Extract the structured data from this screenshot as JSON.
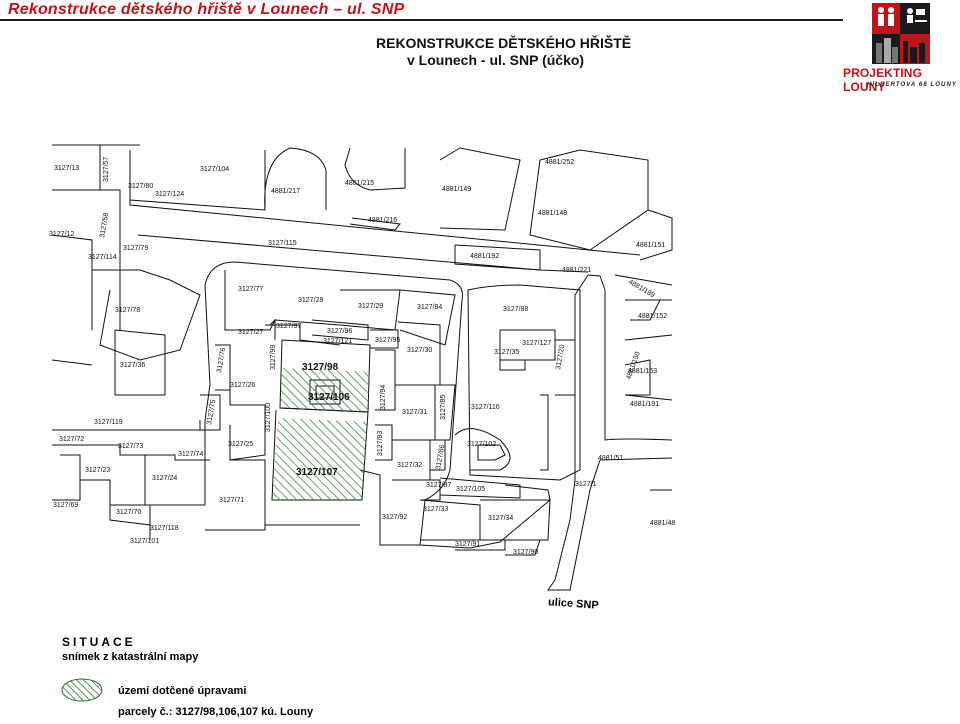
{
  "header": {
    "title": "Rekonstrukce dětského hřiště v Lounech – ul. SNP",
    "main_title_line1": "REKONSTRUKCE DĚTSKÉHO HŘIŠTĚ",
    "main_title_line2": "v Lounech -  ul. SNP (účko)"
  },
  "logo": {
    "name": "PROJEKTING LOUNY",
    "address": "HILBERTOVA 68 LOUNY",
    "colors": {
      "red": "#c0141c",
      "dark": "#1a1a1a"
    }
  },
  "map": {
    "street_label": "ulice SNP",
    "hatch_color": "#3c8c3c",
    "parcels": [
      {
        "id": "p1",
        "label": "3127/13"
      },
      {
        "id": "p2",
        "label": "3127/57"
      },
      {
        "id": "p3",
        "label": "3127/104"
      },
      {
        "id": "p4",
        "label": "3127/80"
      },
      {
        "id": "p5",
        "label": "3127/124"
      },
      {
        "id": "p6",
        "label": "4881/217"
      },
      {
        "id": "p7",
        "label": "4881/215"
      },
      {
        "id": "p8",
        "label": "4881/149"
      },
      {
        "id": "p9",
        "label": "4881/252"
      },
      {
        "id": "p10",
        "label": "4881/148"
      },
      {
        "id": "p11",
        "label": "4881/216"
      },
      {
        "id": "p12",
        "label": "3127/12"
      },
      {
        "id": "p13",
        "label": "3127/58"
      },
      {
        "id": "p14",
        "label": "3127/79"
      },
      {
        "id": "p15",
        "label": "3127/115"
      },
      {
        "id": "p16",
        "label": "3127/114"
      },
      {
        "id": "p17",
        "label": "4881/192"
      },
      {
        "id": "p18",
        "label": "4881/221"
      },
      {
        "id": "p19",
        "label": "4881/151"
      },
      {
        "id": "p20",
        "label": "3127/77"
      },
      {
        "id": "p21",
        "label": "3127/28"
      },
      {
        "id": "p22",
        "label": "3127/29"
      },
      {
        "id": "p23",
        "label": "3127/84"
      },
      {
        "id": "p24",
        "label": "3127/88"
      },
      {
        "id": "p25",
        "label": "4881/189"
      },
      {
        "id": "p26",
        "label": "3127/78"
      },
      {
        "id": "p27",
        "label": "3127/27"
      },
      {
        "id": "p28",
        "label": "3127/97"
      },
      {
        "id": "p29",
        "label": "3127/96"
      },
      {
        "id": "p30",
        "label": "3127/121"
      },
      {
        "id": "p31",
        "label": "3127/95"
      },
      {
        "id": "p32",
        "label": "3127/127"
      },
      {
        "id": "p33",
        "label": "4881/152"
      },
      {
        "id": "p34",
        "label": "3127/76"
      },
      {
        "id": "p35",
        "label": "3127/99"
      },
      {
        "id": "p36",
        "label": "3127/98"
      },
      {
        "id": "p37",
        "label": "3127/30"
      },
      {
        "id": "p38",
        "label": "3127/35"
      },
      {
        "id": "p39",
        "label": "3127/36"
      },
      {
        "id": "p40",
        "label": "3127/26"
      },
      {
        "id": "p41",
        "label": "3127/106"
      },
      {
        "id": "p42",
        "label": "3127/94"
      },
      {
        "id": "p43",
        "label": "3127/85"
      },
      {
        "id": "p44",
        "label": "3127/116"
      },
      {
        "id": "p45",
        "label": "3127/75"
      },
      {
        "id": "p46",
        "label": "3127/100"
      },
      {
        "id": "p47",
        "label": "3127/31"
      },
      {
        "id": "p48",
        "label": "3127/119"
      },
      {
        "id": "p49",
        "label": "3127/72"
      },
      {
        "id": "p50",
        "label": "3127/73"
      },
      {
        "id": "p51",
        "label": "3127/25"
      },
      {
        "id": "p52",
        "label": "3127/93"
      },
      {
        "id": "p53",
        "label": "3127/86"
      },
      {
        "id": "p54",
        "label": "3127/102"
      },
      {
        "id": "p55",
        "label": "3127/74"
      },
      {
        "id": "p56",
        "label": "4881/51"
      },
      {
        "id": "p57",
        "label": "3127/23"
      },
      {
        "id": "p58",
        "label": "3127/24"
      },
      {
        "id": "p59",
        "label": "3127/107"
      },
      {
        "id": "p60",
        "label": "3127/32"
      },
      {
        "id": "p61",
        "label": "3127/87"
      },
      {
        "id": "p62",
        "label": "3127/105"
      },
      {
        "id": "p63",
        "label": "3127/1"
      },
      {
        "id": "p64",
        "label": "3127/69"
      },
      {
        "id": "p65",
        "label": "3127/71"
      },
      {
        "id": "p66",
        "label": "3127/33"
      },
      {
        "id": "p67",
        "label": "3127/70"
      },
      {
        "id": "p68",
        "label": "3127/92"
      },
      {
        "id": "p69",
        "label": "3127/34"
      },
      {
        "id": "p70",
        "label": "4881/48"
      },
      {
        "id": "p71",
        "label": "3127/118"
      },
      {
        "id": "p72",
        "label": "3127/101"
      },
      {
        "id": "p73",
        "label": "3127/91"
      },
      {
        "id": "p74",
        "label": "3127/90"
      },
      {
        "id": "p75",
        "label": "4881/150"
      },
      {
        "id": "p76",
        "label": "4881/153"
      },
      {
        "id": "p77",
        "label": "4881/191"
      },
      {
        "id": "p78",
        "label": "3127/20"
      }
    ]
  },
  "legend": {
    "situace": "SITUACE",
    "subtitle": "snímek z katastrální mapy",
    "area_text": "území dotčené úpravami",
    "parcels_text": "parcely č.: 3127/98,106,107 kú. Louny"
  }
}
